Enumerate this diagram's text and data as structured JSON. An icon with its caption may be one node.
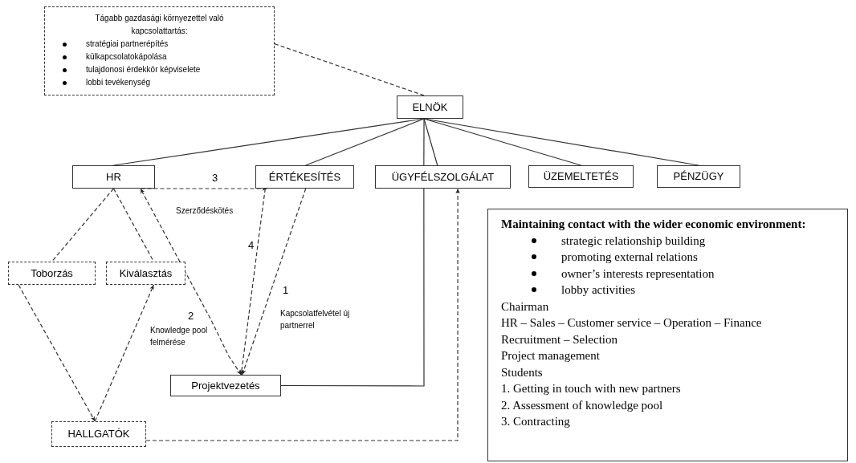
{
  "diagram": {
    "nodes": [
      {
        "text": [
          "Tágabb gazdasági környezettel való kapcsolattartás:",
          "stratégiai partnerépítés",
          "külkapcsolatokápolása",
          "tulajdonosi érdekkör képviselete",
          "lobbi tevékenység"
        ]
      },
      {
        "text": [
          "ELNÖK"
        ]
      },
      {
        "text": [
          "HR"
        ]
      },
      {
        "text": [
          "ÉRTÉKESÍTÉS"
        ]
      },
      {
        "text": [
          "ÜGYFÉLSZOLGÁLAT"
        ]
      },
      {
        "text": [
          "ÜZEMELTETÉS"
        ]
      },
      {
        "text": [
          "PÉNZÜGY"
        ]
      },
      {
        "text": [
          "Toborzás"
        ]
      },
      {
        "text": [
          "Kiválasztás"
        ]
      },
      {
        "text": [
          "Projektvezetés"
        ]
      },
      {
        "text": [
          "HALLGATÓK"
        ]
      },
      {
        "text": [
          "Maintaining contact with the wider economic environment:",
          "strategic relationship building",
          "promoting external relations",
          "owner’s interests representation",
          "lobby  activities",
          "Chairman",
          "HR – Sales – Customer service – Operation – Finance",
          "Recruitment – Selection",
          "Project management",
          "Students",
          "1. Getting in touch with new partners",
          "2. Assessment of knowledge pool",
          "3. Contracting"
        ]
      }
    ],
    "edges": [
      {
        "from": 0,
        "to": 1,
        "arrow": "none",
        "style": "dashed"
      },
      {
        "from": 1,
        "to": 2,
        "arrow": "none"
      },
      {
        "from": 1,
        "to": 3,
        "arrow": "none"
      },
      {
        "from": 1,
        "to": 4,
        "arrow": "none"
      },
      {
        "from": 1,
        "to": 4,
        "arrow": "none"
      },
      {
        "from": 1,
        "to": 5,
        "arrow": "none"
      },
      {
        "from": 1,
        "to": 6,
        "arrow": "none"
      },
      {
        "from": 2,
        "to": 3,
        "arrow": "to",
        "style": "dashed"
      },
      {
        "from": 2,
        "to": 7,
        "arrow": "none",
        "style": "dashed"
      },
      {
        "from": 2,
        "to": 8,
        "arrow": "none",
        "style": "dashed"
      },
      {
        "from": 9,
        "to": 2,
        "arrow": "both",
        "style": "dashed"
      },
      {
        "from": 3,
        "to": 9,
        "arrow": "to",
        "style": "dashed"
      },
      {
        "from": 3,
        "to": 9,
        "arrow": "to",
        "style": "dashed"
      },
      {
        "from": 7,
        "to": 10,
        "arrow": "to",
        "style": "dashed"
      },
      {
        "from": 10,
        "to": 8,
        "arrow": "to",
        "style": "dashed"
      },
      {
        "from": 10,
        "to": 4,
        "arrow": "to",
        "style": "dashed"
      },
      {
        "from": 9,
        "to": 4,
        "arrow": "none"
      }
    ],
    "labels": [
      "3",
      "Szerződéskötés",
      "4",
      "1",
      "2",
      "Kapcsolatfelvétel új partnerrel",
      "Knowledge pool felmérése"
    ]
  }
}
